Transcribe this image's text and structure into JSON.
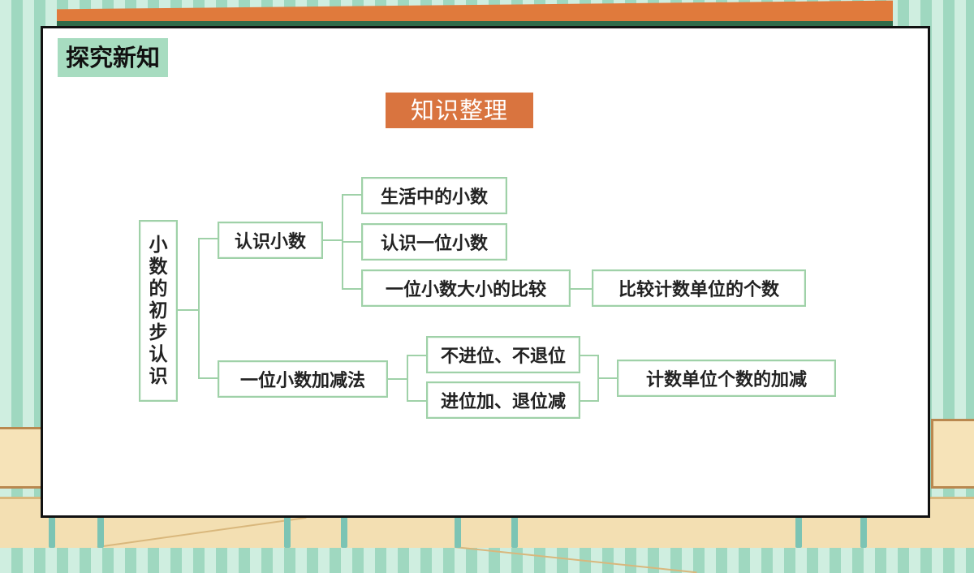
{
  "tag": "探究新知",
  "header": "知识整理",
  "colors": {
    "accent": "#d9743f",
    "tag_bg": "#a7dcc0",
    "box_border": "#9fd1a8"
  },
  "mindmap": {
    "root": "小数的初步认识",
    "branch1": {
      "label": "认识小数",
      "items": [
        "生活中的小数",
        "认识一位小数",
        "一位小数大小的比较"
      ],
      "compare_detail": "比较计数单位的个数"
    },
    "branch2": {
      "label": "一位小数加减法",
      "items": [
        "不进位、不退位",
        "进位加、退位减"
      ],
      "detail": "计数单位个数的加减"
    }
  }
}
